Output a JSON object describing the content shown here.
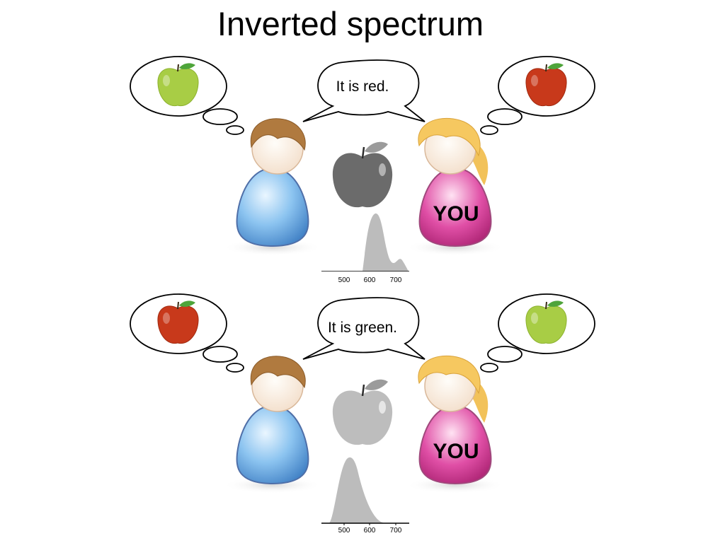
{
  "title": "Inverted spectrum",
  "colors": {
    "apple_green": "#a8cd45",
    "apple_red": "#c8391b",
    "apple_gray_dark": "#6b6b6b",
    "apple_gray_light": "#bdbdbd",
    "boy_shirt": "#8cc4f0",
    "girl_shirt": "#e04fa6",
    "spectrum_fill": "#bcbcbc"
  },
  "scenes": [
    {
      "speech": "It is red.",
      "you_label": "YOU",
      "left_thought_apple": "green-apple-icon",
      "right_thought_apple": "red-apple-icon",
      "real_apple": "dark-gray-apple-icon",
      "spectrum_ticks": [
        "500",
        "600",
        "700"
      ]
    },
    {
      "speech": "It is green.",
      "you_label": "YOU",
      "left_thought_apple": "red-apple-icon",
      "right_thought_apple": "green-apple-icon",
      "real_apple": "light-gray-apple-icon",
      "spectrum_ticks": [
        "500",
        "600",
        "700"
      ]
    }
  ]
}
